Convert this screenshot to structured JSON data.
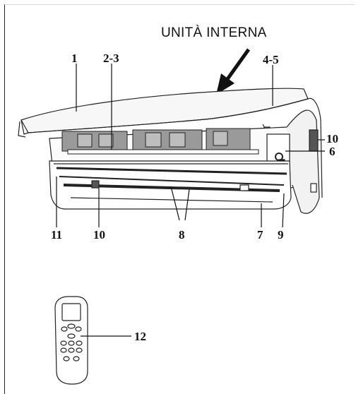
{
  "title": "UNITÀ INTERNA",
  "callouts": {
    "c1": "1",
    "c23": "2-3",
    "c45": "4-5",
    "c10a": "10",
    "c6": "6",
    "c11": "11",
    "c10b": "10",
    "c8": "8",
    "c7": "7",
    "c9": "9",
    "c12": "12"
  }
}
